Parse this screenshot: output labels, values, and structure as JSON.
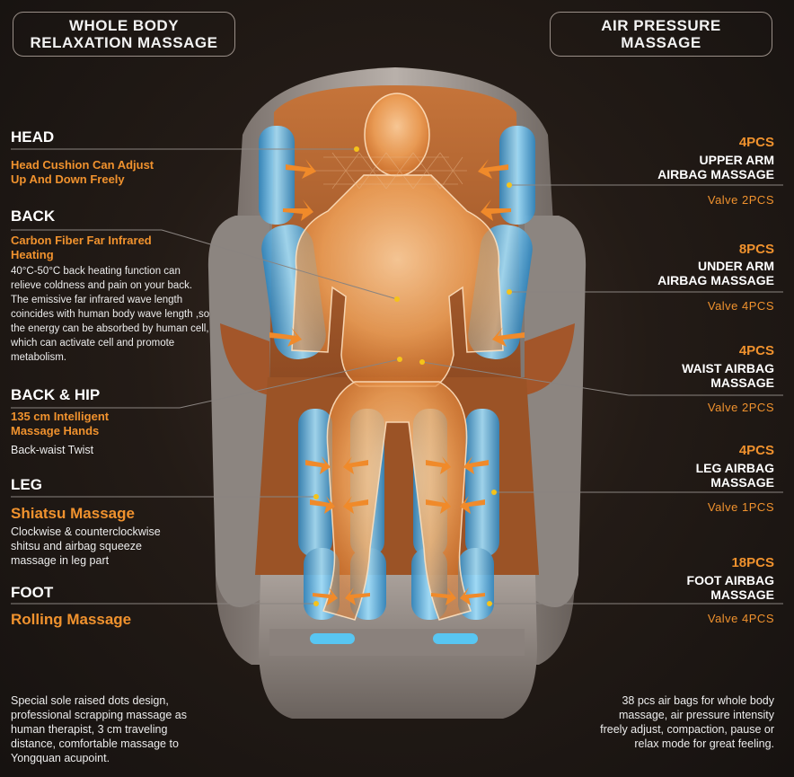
{
  "header": {
    "left_title": "WHOLE BODY\nRELAXATION MASSAGE",
    "right_title": "AIR PRESSURE\nMASSAGE"
  },
  "left": {
    "head": {
      "title": "HEAD",
      "subtitle": "Head Cushion Can Adjust Up And Down Freely"
    },
    "back": {
      "title": "BACK",
      "subtitle": "Carbon Fiber Far Infrared Heating",
      "desc": "40°C-50°C back heating function can relieve coldness and pain on your back. The emissive far infrared wave length coincides with  human body wave length ,so the energy can be absorbed by human cell, which can activate cell and promote metabolism."
    },
    "back_hip": {
      "title": "BACK & HIP",
      "subtitle": "135 cm Intelligent Massage Hands",
      "desc": "Back-waist Twist"
    },
    "leg": {
      "title": "LEG",
      "subtitle": "Shiatsu Massage",
      "desc": "Clockwise & counterclockwise shitsu and airbag squeeze massage in leg part"
    },
    "foot": {
      "title": "FOOT",
      "subtitle": "Rolling Massage"
    },
    "bottom_note": "Special sole raised dots design, professional scrapping massage as human therapist, 3 cm traveling distance, comfortable massage to Yongquan acupoint."
  },
  "right": {
    "upper_arm": {
      "count": "4PCS",
      "title": "UPPER ARM\nAIRBAG MASSAGE",
      "valve": "Valve 2PCS"
    },
    "under_arm": {
      "count": "8PCS",
      "title": "UNDER ARM\nAIRBAG MASSAGE",
      "valve": "Valve 4PCS"
    },
    "waist": {
      "count": "4PCS",
      "title": "WAIST AIRBAG\nMASSAGE",
      "valve": "Valve 2PCS"
    },
    "leg": {
      "count": "4PCS",
      "title": "LEG AIRBAG\nMASSAGE",
      "valve": "Valve 1PCS"
    },
    "foot": {
      "count": "18PCS",
      "title": "FOOT AIRBAG\nMASSAGE",
      "valve": "Valve 4PCS"
    },
    "bottom_note": "38 pcs air bags for whole body massage, air pressure intensity freely adjust, compaction, pause or relax mode for great feeling."
  },
  "colors": {
    "accent_orange": "#f0922e",
    "airbag_blue": "#5ab7e6",
    "body_glow": "#f4a65c"
  }
}
